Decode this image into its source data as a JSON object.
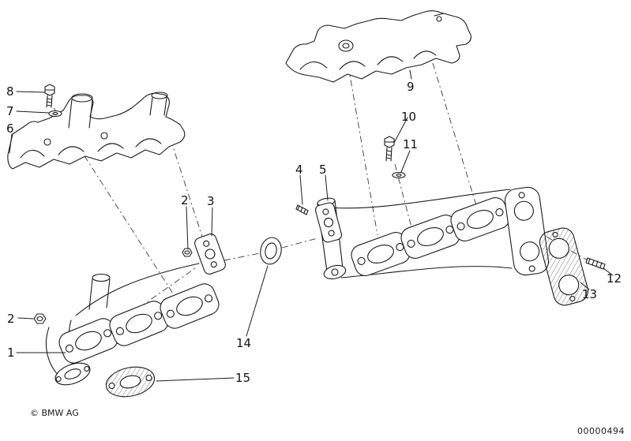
{
  "canvas": {
    "background": "#ffffff",
    "line_color": "#1a1a1a"
  },
  "watermark": "© BMW AG",
  "image_number": "00000494",
  "callouts": [
    {
      "label": "8"
    },
    {
      "label": "7"
    },
    {
      "label": "6"
    },
    {
      "label": "2"
    },
    {
      "label": "3"
    },
    {
      "label": "9"
    },
    {
      "label": "10"
    },
    {
      "label": "11"
    },
    {
      "label": "4"
    },
    {
      "label": "5"
    },
    {
      "label": "12"
    },
    {
      "label": "13"
    },
    {
      "label": "14"
    },
    {
      "label": "2"
    },
    {
      "label": "1"
    },
    {
      "label": "15"
    }
  ]
}
